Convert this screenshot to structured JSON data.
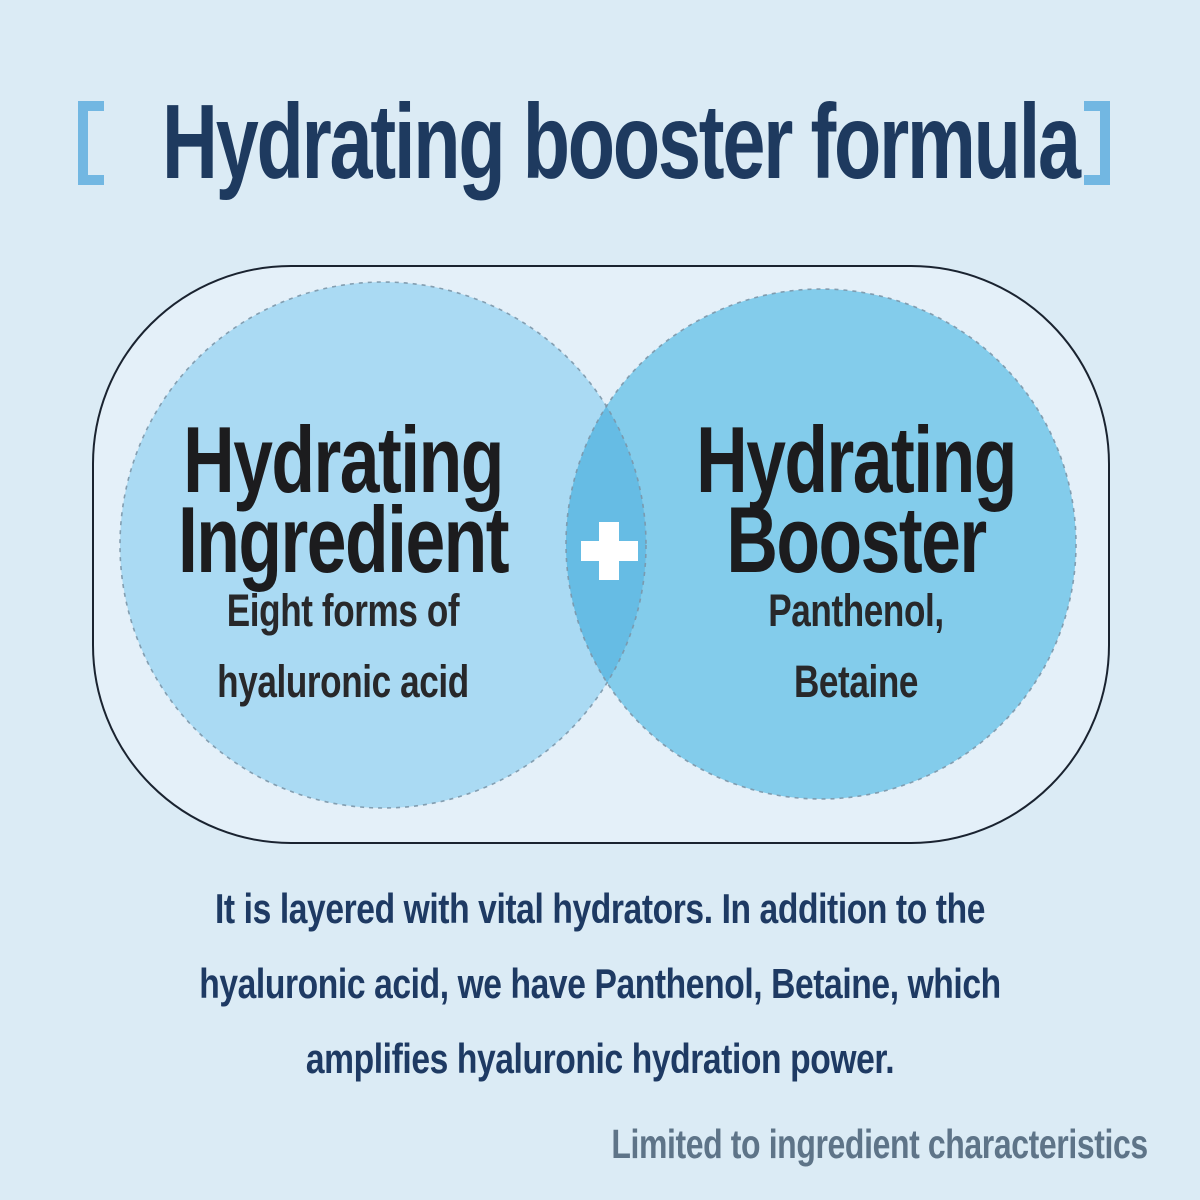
{
  "page": {
    "background": "#dbebf5"
  },
  "title": {
    "text": "Hydrating booster formula",
    "color": "#1e3a5f",
    "brackets": {
      "open": "[",
      "close": "]",
      "color": "#72b7e2"
    }
  },
  "venn": {
    "capsule": {
      "fill": "#e4f0f9",
      "stroke": "#1a2330"
    },
    "left_circle": {
      "fill": "#aadaf3",
      "heading_line1": "Hydrating",
      "heading_line2": "Ingredient",
      "sub_line1": "Eight forms of",
      "sub_line2": "hyaluronic acid"
    },
    "right_circle": {
      "fill": "#83cceb",
      "heading_line1": "Hydrating",
      "heading_line2": "Booster",
      "sub_line1": "Panthenol,",
      "sub_line2": "Betaine"
    },
    "overlap": {
      "fill": "#66bce4",
      "plus_symbol": "+",
      "plus_color": "#ffffff"
    },
    "dashed_border_color": "#7b96a9",
    "heading_color": "#1c1c1e",
    "sub_color": "#28282a"
  },
  "description": {
    "color": "#1e3a63",
    "lines": [
      "It is layered with vital hydrators. In addition to the",
      "hyaluronic acid, we have Panthenol, Betaine, which",
      "amplifies hyaluronic hydration power."
    ]
  },
  "footnote": {
    "text": "Limited to ingredient characteristics",
    "color": "#5e7488"
  }
}
